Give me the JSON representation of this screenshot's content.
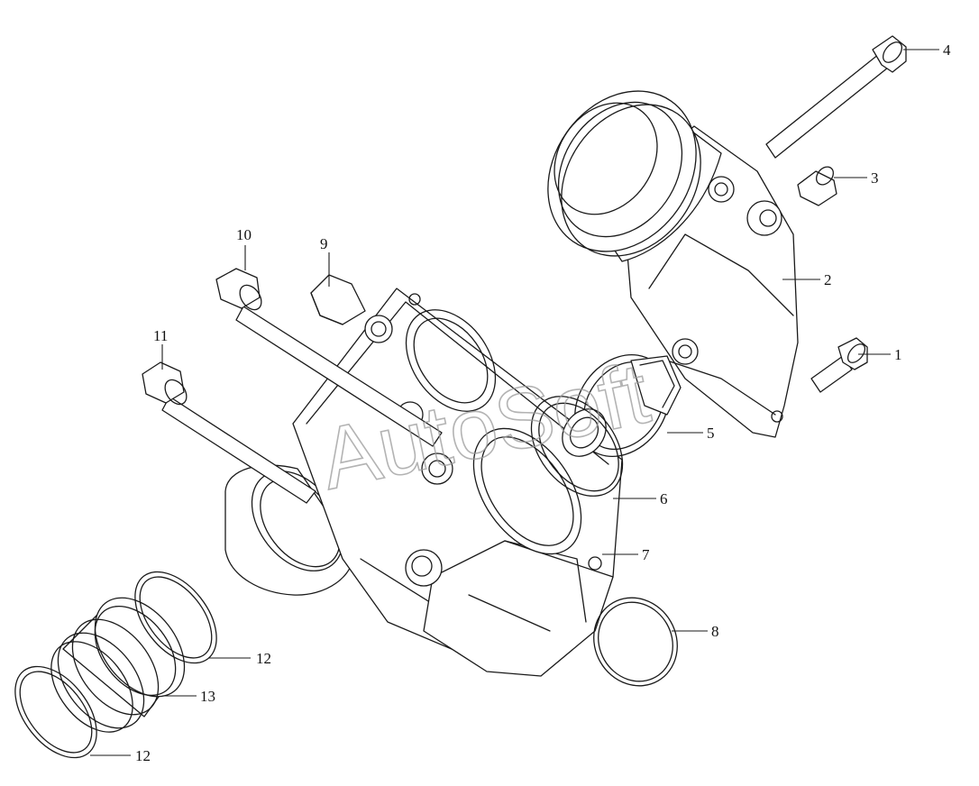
{
  "watermark": "AutoSoft",
  "callouts": [
    {
      "id": "c1",
      "label": "1"
    },
    {
      "id": "c2",
      "label": "2"
    },
    {
      "id": "c3",
      "label": "3"
    },
    {
      "id": "c4",
      "label": "4"
    },
    {
      "id": "c5",
      "label": "5"
    },
    {
      "id": "c6",
      "label": "6"
    },
    {
      "id": "c7",
      "label": "7"
    },
    {
      "id": "c8",
      "label": "8"
    },
    {
      "id": "c9",
      "label": "9"
    },
    {
      "id": "c10",
      "label": "10"
    },
    {
      "id": "c11",
      "label": "11"
    },
    {
      "id": "c12a",
      "label": "12"
    },
    {
      "id": "c12b",
      "label": "12"
    },
    {
      "id": "c13",
      "label": "13"
    }
  ]
}
